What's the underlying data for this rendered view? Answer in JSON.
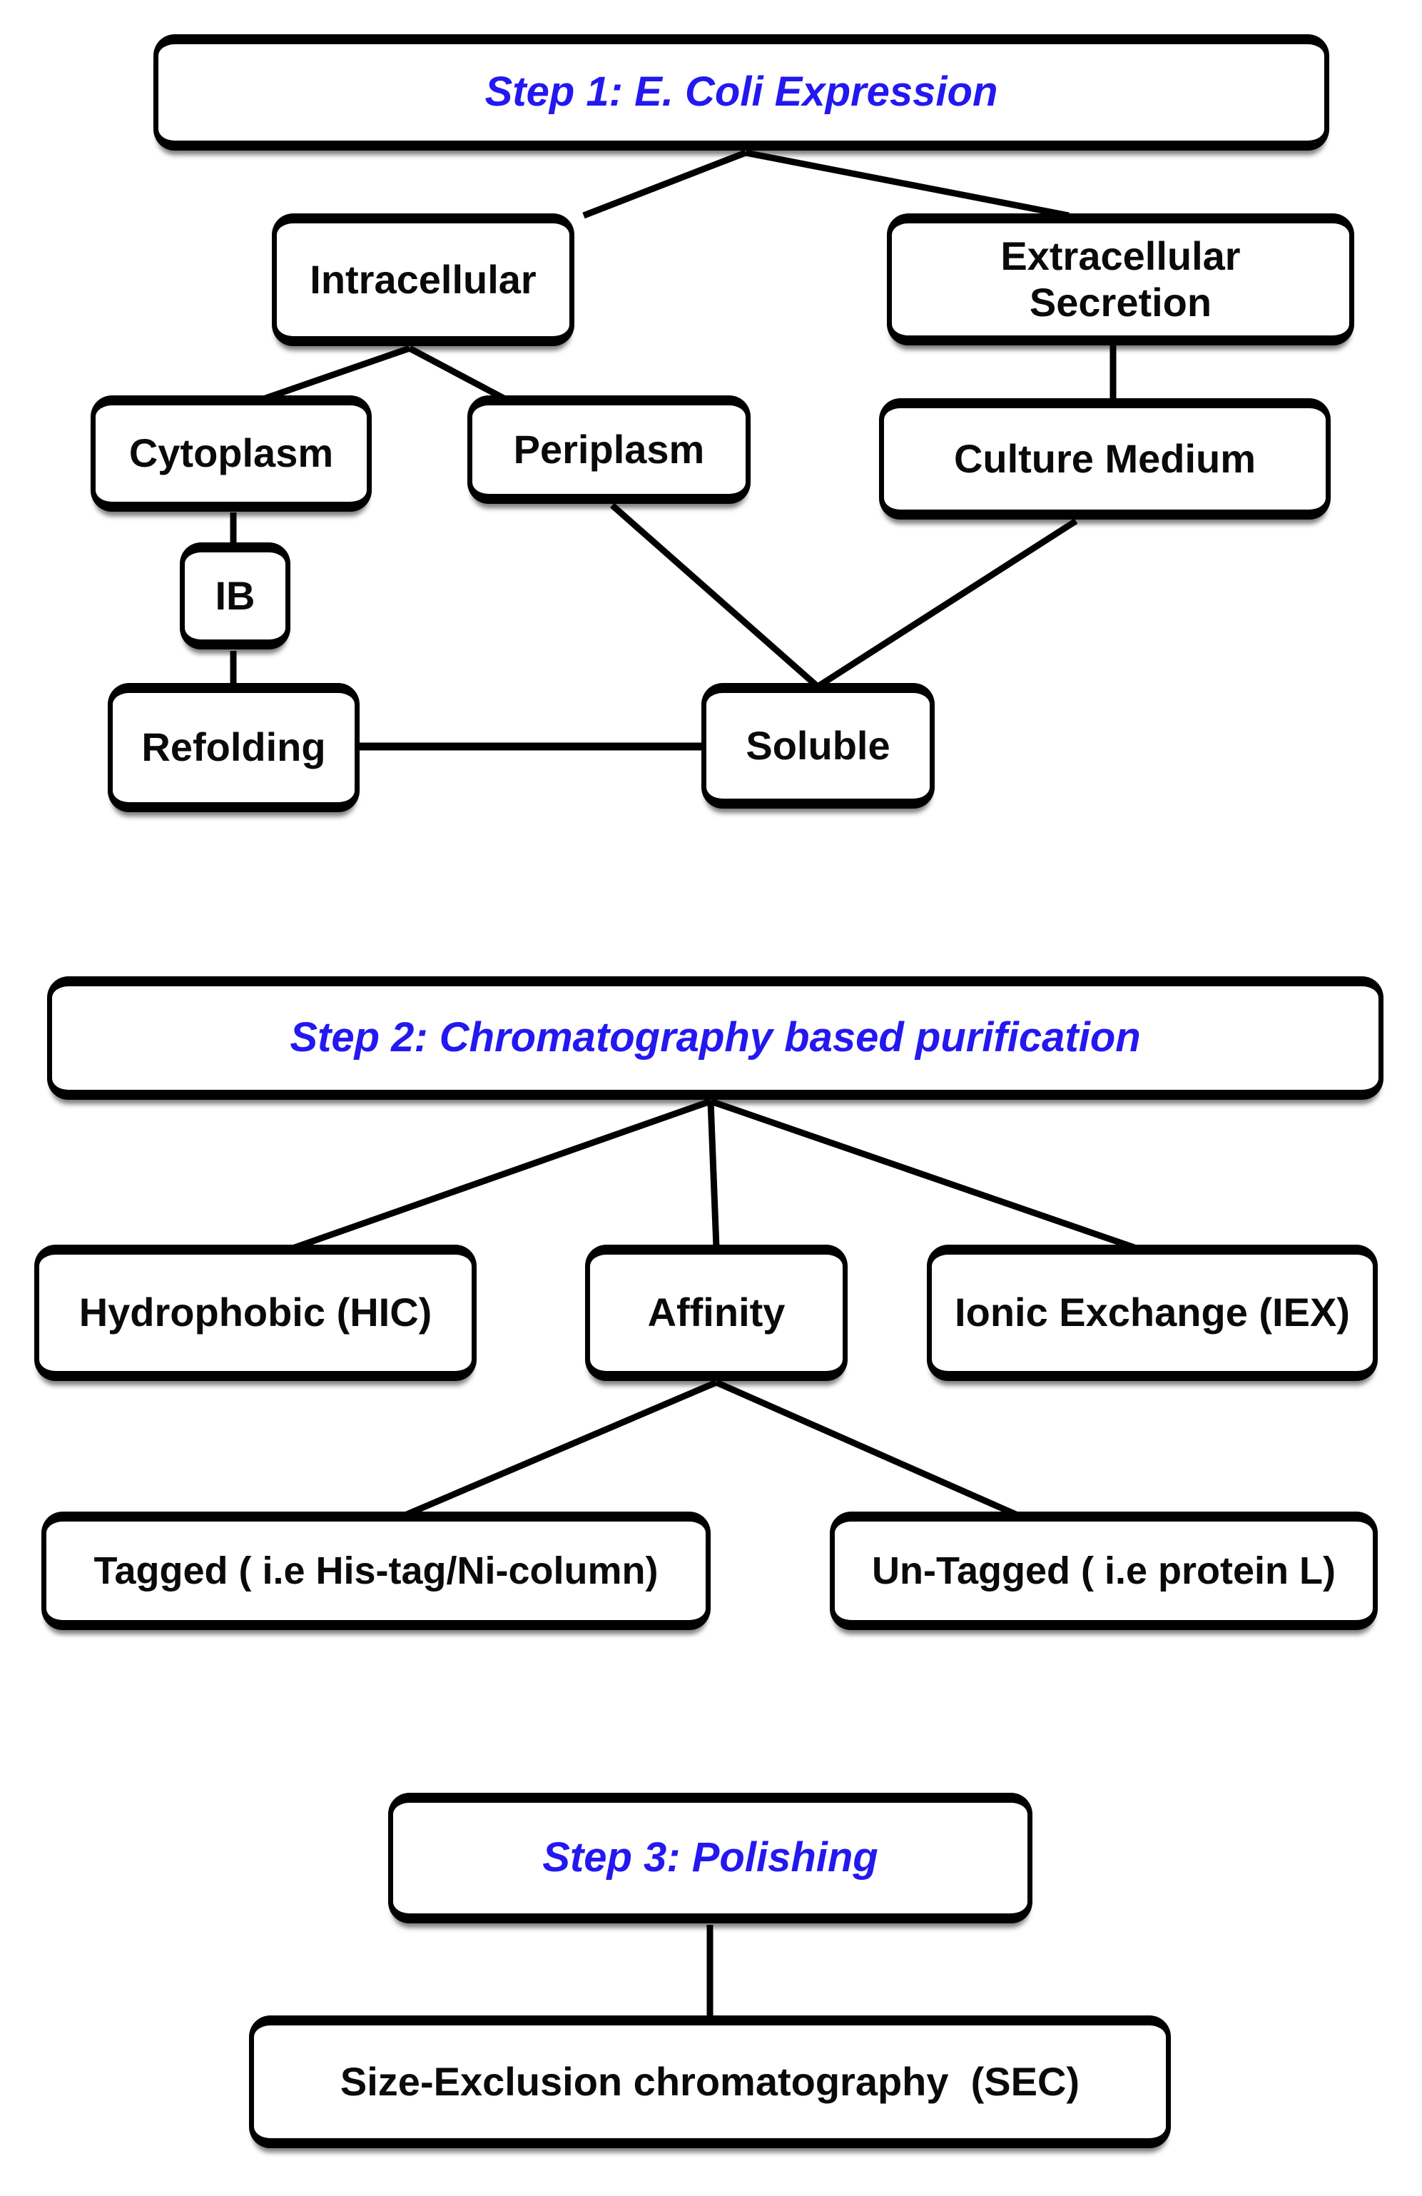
{
  "figure": {
    "type": "flowchart",
    "background": "#ffffff",
    "step_title_color": "#2318f0",
    "label_color": "#0a0a0a",
    "line_color": "#000000"
  },
  "nodes": {
    "step1": {
      "label": "Step 1: E. Coli Expression"
    },
    "intracellular": {
      "label": "Intracellular"
    },
    "extracellular": {
      "label": "Extracellular Secretion",
      "lines": [
        "Extracellular",
        "Secretion"
      ]
    },
    "cytoplasm": {
      "label": "Cytoplasm"
    },
    "periplasm": {
      "label": "Periplasm"
    },
    "culture_medium": {
      "label": "Culture Medium"
    },
    "ib": {
      "label": "IB"
    },
    "refolding": {
      "label": "Refolding"
    },
    "soluble": {
      "label": "Soluble"
    },
    "step2": {
      "label": "Step 2: Chromatography based purification"
    },
    "hydrophobic": {
      "label": "Hydrophobic (HIC)"
    },
    "affinity": {
      "label": "Affinity"
    },
    "ionic_exchange": {
      "label": "Ionic Exchange (IEX)"
    },
    "tagged": {
      "label": "Tagged ( i.e His-tag/Ni-column)"
    },
    "untagged": {
      "label": "Un-Tagged ( i.e protein L)"
    },
    "step3": {
      "label": "Step 3: Polishing"
    },
    "sec": {
      "label": "Size-Exclusion chromatography  (SEC)"
    }
  },
  "edges": [
    {
      "from": "step1",
      "to": "intracellular"
    },
    {
      "from": "step1",
      "to": "extracellular"
    },
    {
      "from": "intracellular",
      "to": "cytoplasm"
    },
    {
      "from": "intracellular",
      "to": "periplasm"
    },
    {
      "from": "extracellular",
      "to": "culture_medium"
    },
    {
      "from": "cytoplasm",
      "to": "ib"
    },
    {
      "from": "ib",
      "to": "refolding"
    },
    {
      "from": "refolding",
      "to": "soluble"
    },
    {
      "from": "periplasm",
      "to": "soluble"
    },
    {
      "from": "culture_medium",
      "to": "soluble"
    },
    {
      "from": "step2",
      "to": "hydrophobic"
    },
    {
      "from": "step2",
      "to": "affinity"
    },
    {
      "from": "step2",
      "to": "ionic_exchange"
    },
    {
      "from": "affinity",
      "to": "tagged"
    },
    {
      "from": "affinity",
      "to": "untagged"
    },
    {
      "from": "step3",
      "to": "sec"
    }
  ]
}
